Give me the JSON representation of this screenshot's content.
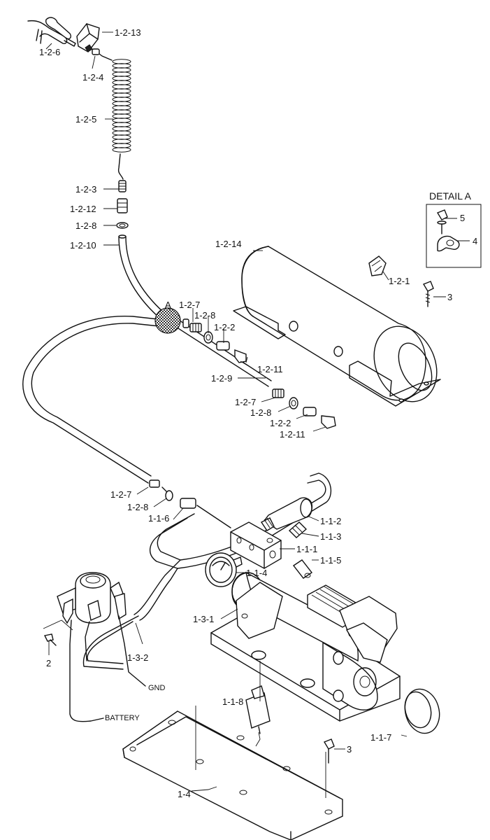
{
  "detail": {
    "title": "DETAIL A",
    "callout": "A"
  },
  "labels": {
    "p1_2_13": "1-2-13",
    "p1_2_6": "1-2-6",
    "p1_2_4": "1-2-4",
    "p1_2_5": "1-2-5",
    "p1_2_3": "1-2-3",
    "p1_2_12": "1-2-12",
    "p1_2_8a": "1-2-8",
    "p1_2_10": "1-2-10",
    "p1_2_14": "1-2-14",
    "p1_2_1": "1-2-1",
    "p3a": "3",
    "p5": "5",
    "p4": "4",
    "p1_2_7a": "1-2-7",
    "p1_2_8b": "1-2-8",
    "p1_2_2a": "1-2-2",
    "p1_2_11a": "1-2-11",
    "p1_2_9": "1-2-9",
    "p1_2_7b": "1-2-7",
    "p1_2_8c": "1-2-8",
    "p1_2_2b": "1-2-2",
    "p1_2_11b": "1-2-11",
    "p1_2_7c": "1-2-7",
    "p1_2_8d": "1-2-8",
    "p1_1_6": "1-1-6",
    "p1_1_2": "1-1-2",
    "p1_1_3": "1-1-3",
    "p1_1_1": "1-1-1",
    "p1_1_5": "1-1-5",
    "p1_1_4": "1-1-4",
    "p1_3_1": "1-3-1",
    "p1_3_2": "1-3-2",
    "p2": "2",
    "gnd": "GND",
    "battery": "BATTERY",
    "p1_1_8": "1-1-8",
    "p1_1_7": "1-1-7",
    "p3b": "3",
    "p1_4": "1-4"
  }
}
